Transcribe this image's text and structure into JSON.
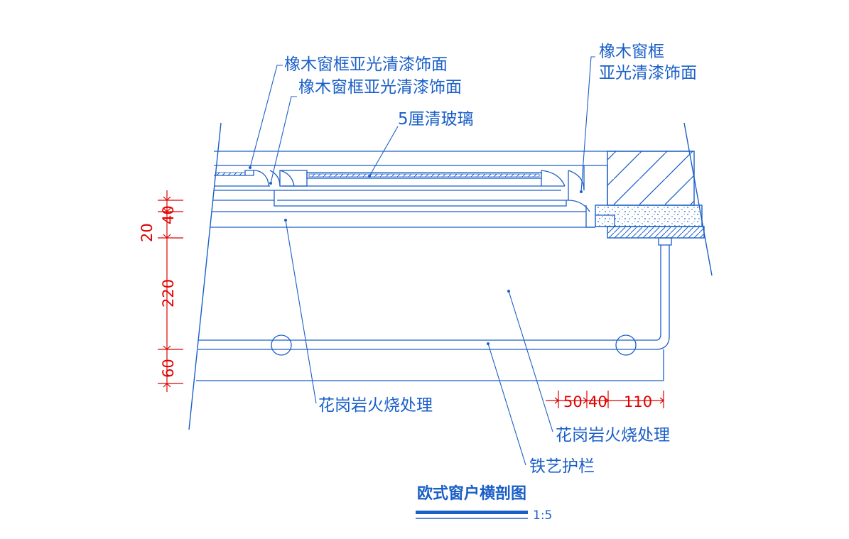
{
  "drawing": {
    "title": "欧式窗户横剖图",
    "scale": "1:5",
    "labels": {
      "frame_finish_1": "橡木窗框亚光清漆饰面",
      "frame_finish_2": "橡木窗框亚光清漆饰面",
      "frame_finish_right_line1": "橡木窗框",
      "frame_finish_right_line2": "亚光清漆饰面",
      "glass": "5厘清玻璃",
      "granite_1": "花岗岩火烧处理",
      "granite_2": "花岗岩火烧处理",
      "railing": "铁艺护栏"
    },
    "dimensions_vertical": [
      "20",
      "40",
      "220",
      "60"
    ],
    "dimensions_horizontal": [
      "50",
      "40",
      "110"
    ]
  },
  "colors": {
    "line": "#1a5fc8",
    "dimension": "#e00000",
    "background": "#ffffff"
  }
}
